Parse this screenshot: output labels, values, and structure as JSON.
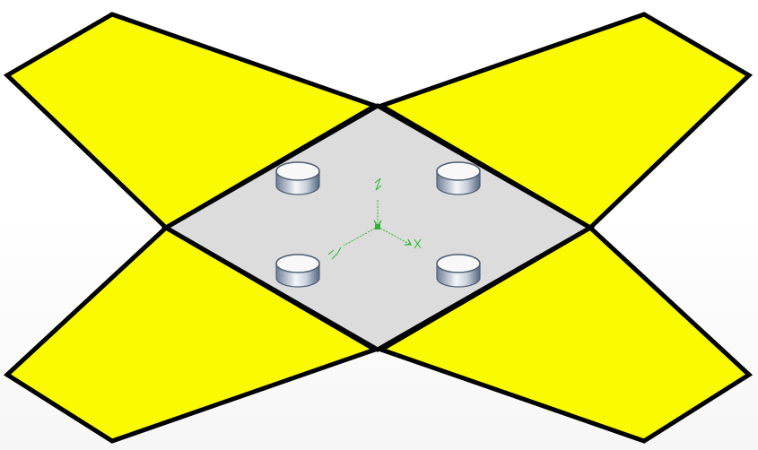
{
  "colors": {
    "flap_fill": "#fafa00",
    "base_fill": "#dcdcdc",
    "outline": "#000000",
    "hole_rim": "#5a6a80",
    "hole_wall_dark": "#7a8aa0",
    "hole_wall_light": "#ffffff",
    "ucs_color": "#2db32d"
  },
  "ucs": {
    "x_label": "X",
    "y_label": "Y",
    "z_label": "Z"
  }
}
